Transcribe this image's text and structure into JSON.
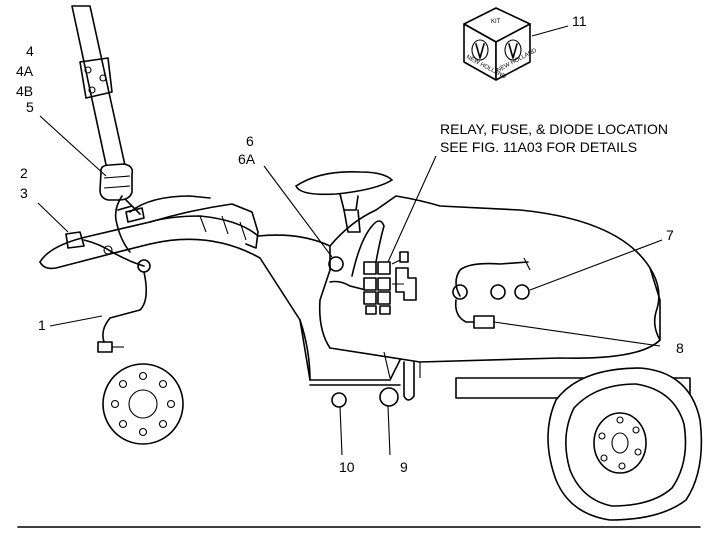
{
  "callouts": {
    "c1": "1",
    "c2": "2",
    "c3": "3",
    "c4": "4",
    "c4a": "4A",
    "c4b": "4B",
    "c5": "5",
    "c6": "6",
    "c6a": "6A",
    "c7": "7",
    "c8": "8",
    "c9": "9",
    "c10": "10",
    "c11": "11"
  },
  "note": {
    "line1": "RELAY, FUSE, & DIODE LOCATION",
    "line2": "SEE FIG. 11A03 FOR DETAILS"
  },
  "kit_box": {
    "top_label": "KIT",
    "side_label_left": "NEW HOLLAND",
    "side_label_right": "NEW HOLLAND"
  }
}
